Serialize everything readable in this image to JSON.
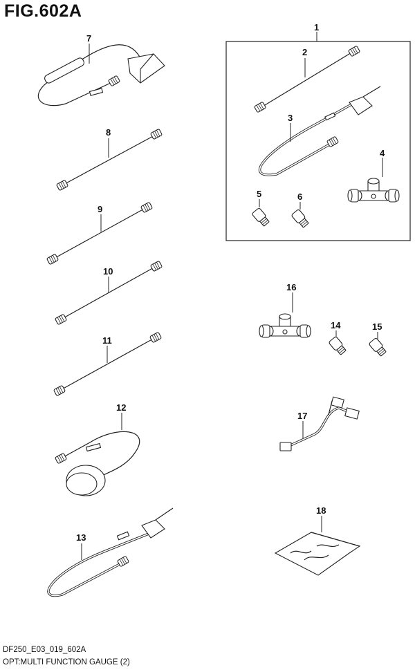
{
  "figure": {
    "title": "FIG.602A",
    "code": "DF250_E03_019_602A",
    "description": "OPT:MULTI FUNCTION GAUGE (2)"
  },
  "callouts": {
    "c1": "1",
    "c2": "2",
    "c3": "3",
    "c4": "4",
    "c5": "5",
    "c6": "6",
    "c7": "7",
    "c8": "8",
    "c9": "9",
    "c10": "10",
    "c11": "11",
    "c12": "12",
    "c13": "13",
    "c14": "14",
    "c15": "15",
    "c16": "16",
    "c17": "17",
    "c18": "18"
  }
}
